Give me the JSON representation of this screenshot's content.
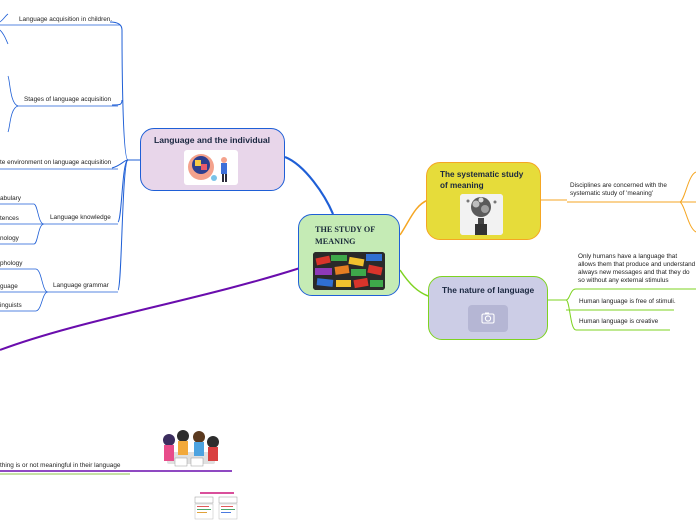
{
  "center": {
    "title": "THE STUDY OF MEANING",
    "image_icon": "colorful-books-image"
  },
  "individual": {
    "title": "Language and the individual",
    "image_icon": "head-puzzle-illustration",
    "branches": [
      {
        "label": "Language acquisition in children."
      },
      {
        "label": "Stages of language acquisition"
      },
      {
        "label": "te environment on language acquisition"
      },
      {
        "label": "Language knowledge",
        "children": [
          "abulary",
          "tences",
          "nology"
        ]
      },
      {
        "label": "Language grammar",
        "children": [
          "phology",
          "guage",
          "inguists"
        ]
      }
    ]
  },
  "systematic": {
    "title": "The systematic study of meaning",
    "image_icon": "brain-gears-image",
    "branch": "Disciplines are concerned with the systematic study of 'meaning'"
  },
  "nature": {
    "title": "The nature of language",
    "image_icon": "camera-placeholder-icon",
    "branches": [
      "Only humans have a language that allows them that produce and understand always new messages and that they do so without any external stimulus",
      "Human language is free of stimuli.",
      "Human language is creative"
    ]
  },
  "bottom": {
    "label": "thing is or not meaningful in their language",
    "image_icon": "children-group-illustration",
    "chart_icon": "small-table-thumbnail"
  },
  "colors": {
    "purple": "#6a0dad",
    "blue": "#1f5fd6",
    "orange": "#f5a623",
    "green": "#7ed321",
    "gray": "#9aa3ad",
    "lime": "#8bc34a"
  }
}
